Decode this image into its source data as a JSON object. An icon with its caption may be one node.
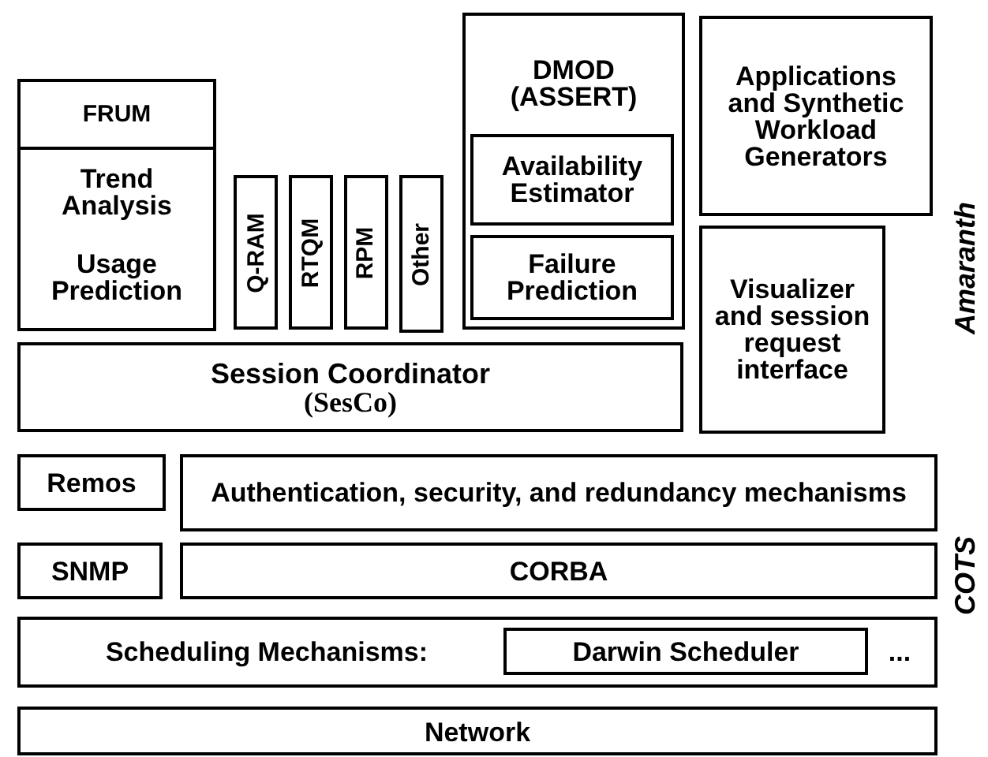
{
  "diagram": {
    "nodes": [
      {
        "text": [
          "FRUM",
          "Trend Analysis",
          "Usage Prediction"
        ]
      },
      {
        "text": [
          "Q-RAM"
        ]
      },
      {
        "text": [
          "RTQM"
        ]
      },
      {
        "text": [
          "RPM"
        ]
      },
      {
        "text": [
          "Other"
        ]
      },
      {
        "text": [
          "DMOD (ASSERT)"
        ]
      },
      {
        "text": [
          "Availability Estimator"
        ],
        "in": 5
      },
      {
        "text": [
          "Failure Prediction"
        ],
        "in": 5
      },
      {
        "text": [
          "Applications and Synthetic Workload Generators"
        ]
      },
      {
        "text": [
          "Visualizer and session request interface"
        ]
      },
      {
        "text": [
          "Session Coordinator",
          "(SesCo)"
        ]
      },
      {
        "text": [
          "Remos"
        ]
      },
      {
        "text": [
          "Authentication, security, and redundancy mechanisms"
        ]
      },
      {
        "text": [
          "SNMP"
        ]
      },
      {
        "text": [
          "CORBA"
        ]
      },
      {
        "text": [
          "Scheduling Mechanisms:",
          "..."
        ]
      },
      {
        "text": [
          "Darwin Scheduler"
        ],
        "in": 15
      },
      {
        "text": [
          "Network"
        ]
      }
    ],
    "labels": [
      "Amaranth",
      "COTS"
    ]
  }
}
